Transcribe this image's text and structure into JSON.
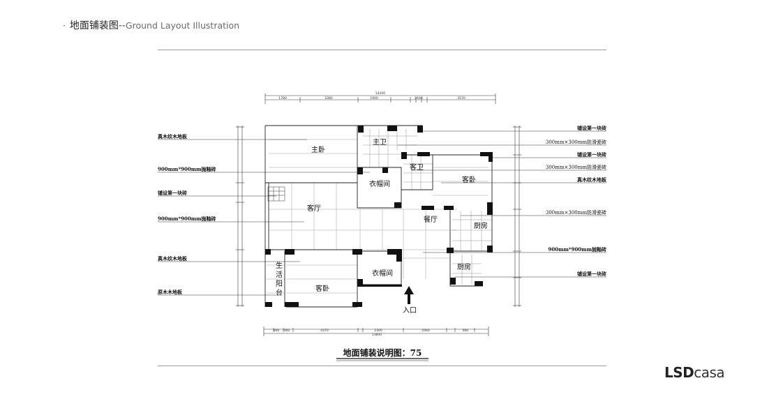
{
  "header": {
    "bullet": "·",
    "title_zh": "地面铺装图",
    "separator": "--",
    "title_en": "Ground Layout Illustration"
  },
  "plan": {
    "caption": "地面铺装说明图：75",
    "entrance": "入口",
    "rooms": {
      "master_bedroom": "主卧",
      "master_bath": "主卫",
      "guest_bath": "客卫",
      "cloakroom_upper": "衣帽间",
      "guest_bedroom_right": "客卧",
      "living_room": "客厅",
      "dining_room": "餐厅",
      "kitchen_upper": "厨房",
      "kitchen_lower": "厨房",
      "cloakroom_lower": "衣帽间",
      "guest_bedroom_lower": "客卧",
      "balcony_1": "生",
      "balcony_2": "活",
      "balcony_3": "阳",
      "balcony_4": "台"
    },
    "left_annotations": [
      "真木纹木地板",
      "900mm*900mm抛釉砖",
      "铺设第一块砖",
      "900mm*900mm抛釉砖",
      "真木纹木地板",
      "原木木地板"
    ],
    "right_annotations": [
      "铺设第一块砖",
      "300mm×300mm防滑瓷砖",
      "铺设第一块砖",
      "300mm×300mm防滑瓷砖",
      "真木纹木地板",
      "300mm×300mm防滑瓷砖",
      "900mm*900mm抛釉砖",
      "铺设第一块砖"
    ],
    "top_dimensions": {
      "total": "14200",
      "segments": [
        "1780",
        "3380",
        "1900",
        "2640",
        "3570"
      ]
    },
    "bottom_dimensions": {
      "total": "13800",
      "segments": [
        "900",
        "900",
        "4370",
        "2300",
        "2940",
        "900"
      ]
    }
  },
  "logo": {
    "brand_bold": "LSD",
    "brand_light": "casa"
  },
  "colors": {
    "wall": "#111111",
    "line": "#333333",
    "rule": "#9a9a9a"
  }
}
